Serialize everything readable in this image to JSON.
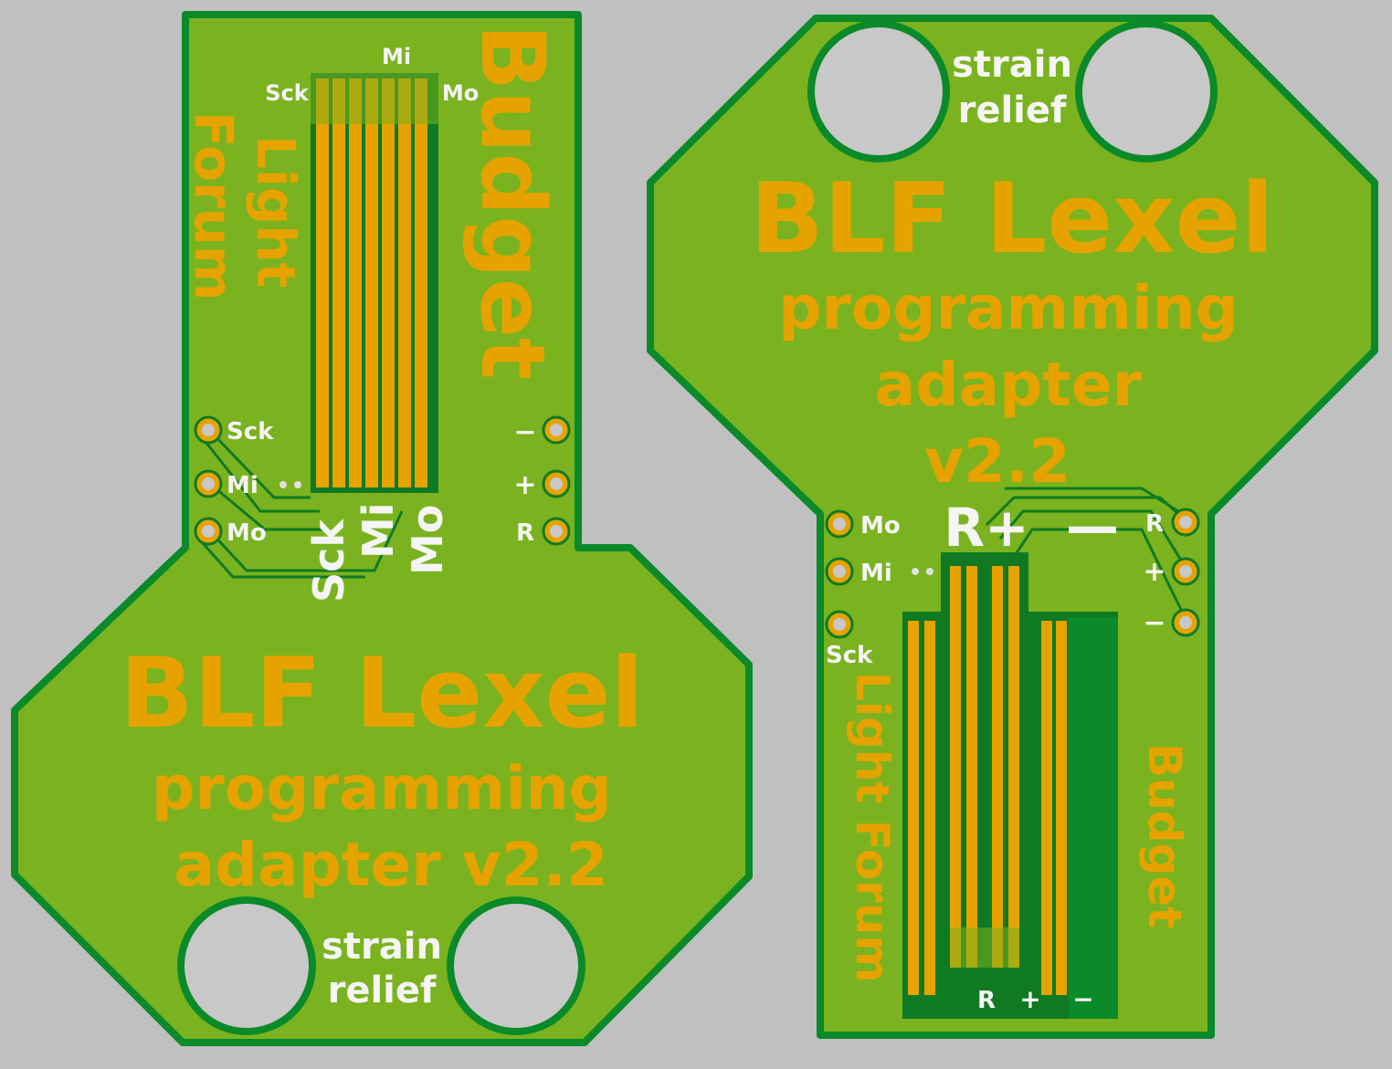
{
  "colors": {
    "background": "#c0c0c0",
    "board": "#7ab31f",
    "board_edge": "#0a8a28",
    "copper": "#e6a300",
    "dark_copper": "#0f7a22",
    "silk_white": "#f5f5f5",
    "hole": "#c8c8c8"
  },
  "left_board": {
    "brand_top": "Budget",
    "brand_light": "Light",
    "brand_forum": "Forum",
    "top_mi": "Mi",
    "top_sck": "Sck",
    "top_mo": "Mo",
    "pad_sck": "Sck",
    "pad_mi": "Mi",
    "pad_mo": "Mo",
    "pad_minus": "−",
    "pad_plus": "+",
    "pad_r": "R",
    "big_sck": "Sck",
    "big_mi": "Mi",
    "big_mo": "Mo",
    "title": "BLF Lexel",
    "line1": "programming",
    "line2": "adapter v2.2",
    "strain1": "strain",
    "strain2": "relief"
  },
  "right_board": {
    "strain1": "strain",
    "strain2": "relief",
    "title": "BLF Lexel",
    "line1": "programming",
    "line2": "adapter",
    "line3": "v2.2",
    "pad_mo": "Mo",
    "pad_mi": "Mi",
    "pad_sck": "Sck",
    "pad_r": "R",
    "pad_plus": "+",
    "pad_minus": "−",
    "big_rplus": "R+",
    "big_minus": "—",
    "brand_light_forum": "Light Forum",
    "brand_budget": "Budget",
    "bottom_r": "R",
    "bottom_plus": "+",
    "bottom_minus": "−"
  }
}
